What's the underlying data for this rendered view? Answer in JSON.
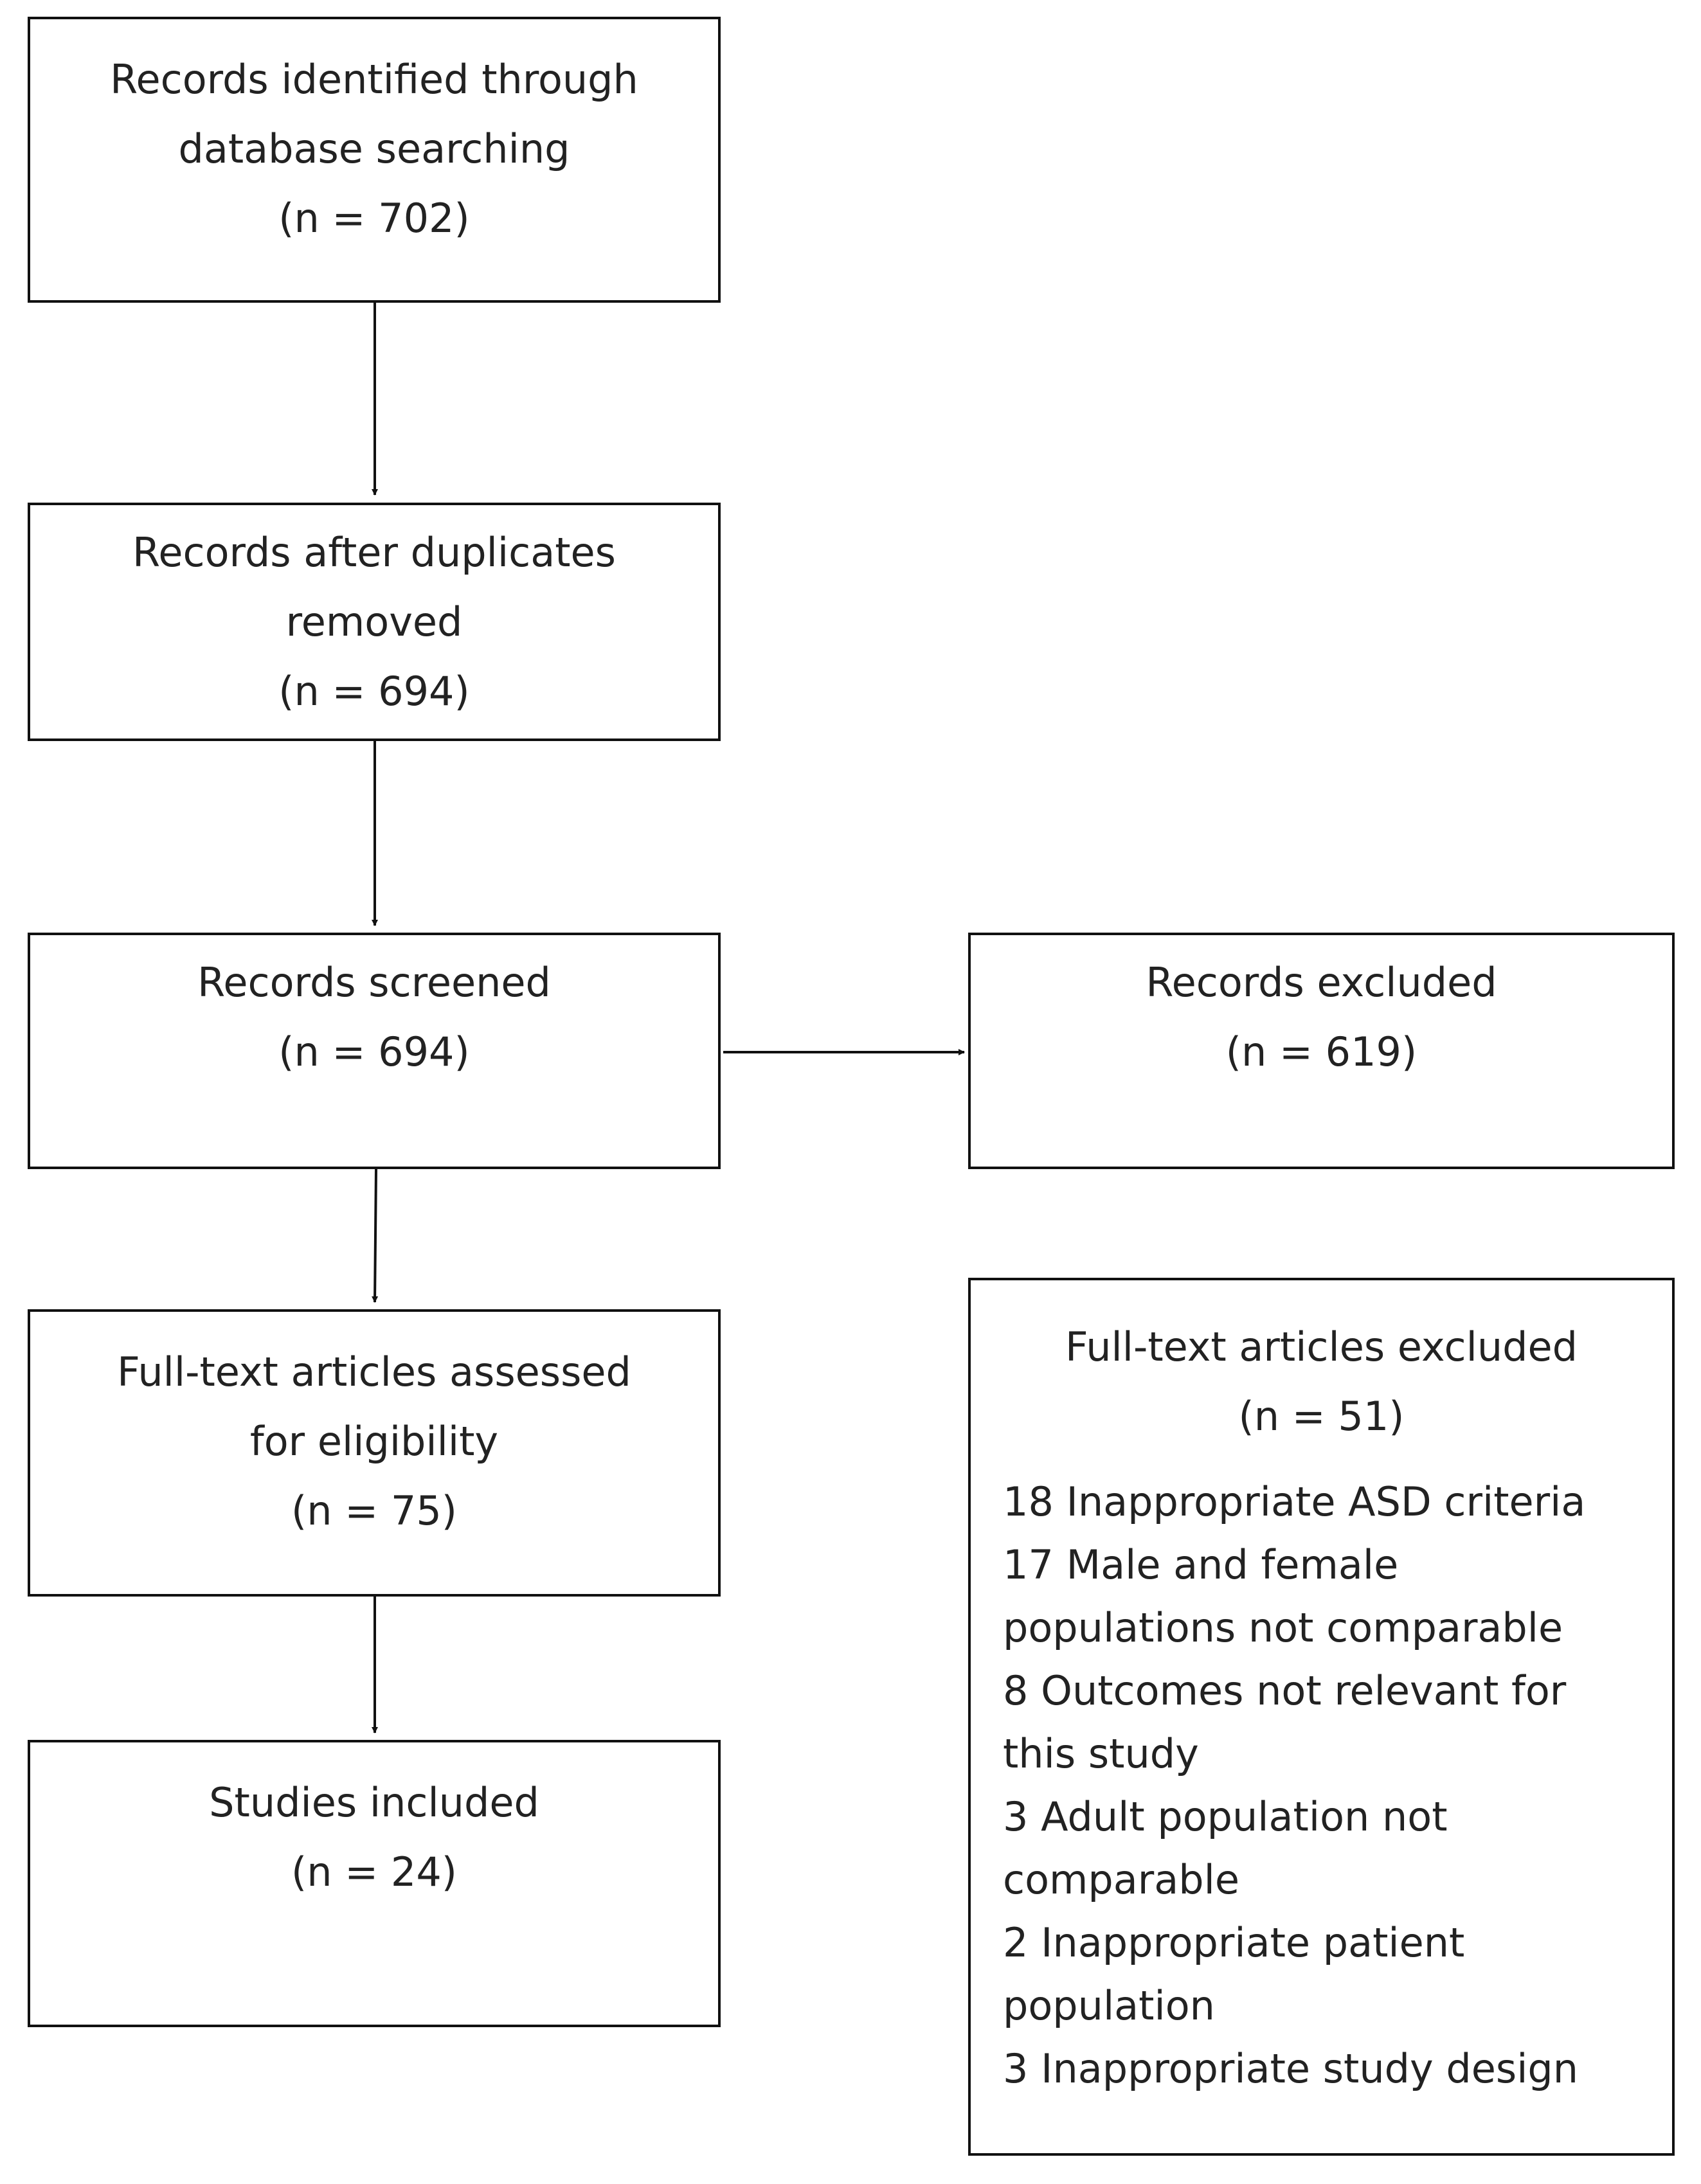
{
  "flow": {
    "identified": {
      "lines": [
        "Records identified through",
        "database searching",
        "(n = 702)"
      ]
    },
    "deduplicated": {
      "lines": [
        "Records after duplicates",
        "removed",
        "(n = 694)"
      ]
    },
    "screened": {
      "lines": [
        "Records screened",
        "(n = 694)"
      ]
    },
    "excluded": {
      "lines": [
        "Records excluded",
        "(n = 619)"
      ]
    },
    "assessed": {
      "lines": [
        "Full-text articles assessed",
        "for eligibility",
        "(n = 75)"
      ]
    },
    "included": {
      "lines": [
        "Studies included",
        "(n = 24)"
      ]
    },
    "fulltext_excluded": {
      "lines": [
        "Full-text articles excluded",
        "(n = 51)"
      ],
      "reasons": [
        "18 Inappropriate ASD criteria",
        "17 Male and female",
        "populations not comparable",
        "8 Outcomes not relevant for",
        "this study",
        "3 Adult population not",
        "comparable",
        "2 Inappropriate patient",
        "population",
        "3 Inappropriate study design"
      ]
    }
  }
}
